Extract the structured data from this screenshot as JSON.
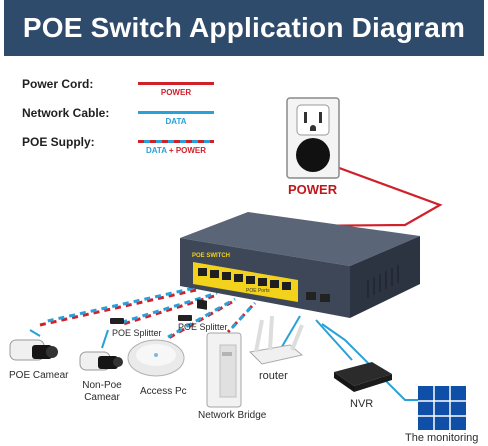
{
  "title": "POE Switch Application Diagram",
  "legend": {
    "power_cord": {
      "label": "Power Cord:",
      "tag": "POWER"
    },
    "network_cable": {
      "label": "Network Cable:",
      "tag": "DATA"
    },
    "poe_supply": {
      "label": "POE Supply:",
      "tag_data": "DATA",
      "tag_plus": "+",
      "tag_power": "POWER"
    }
  },
  "outlet_label": "POWER",
  "switch_brand": "POE SWITCH",
  "switch_ports_label": "POE Ports",
  "devices": {
    "poe_splitter_1": "POE Splitter",
    "poe_splitter_2": "POE Splitter",
    "poe_camera": "POE Camear",
    "non_poe_camera": "Non-Poe Camear",
    "access_pc": "Access Pc",
    "network_bridge": "Network Bridge",
    "router": "router",
    "nvr": "NVR",
    "monitoring": "The monitoring"
  },
  "colors": {
    "title_bg": "#2f4b6b",
    "power_red": "#d0202a",
    "data_blue": "#2aa0d8",
    "switch_body": "#4a5566",
    "port_yellow": "#f2d21a"
  }
}
